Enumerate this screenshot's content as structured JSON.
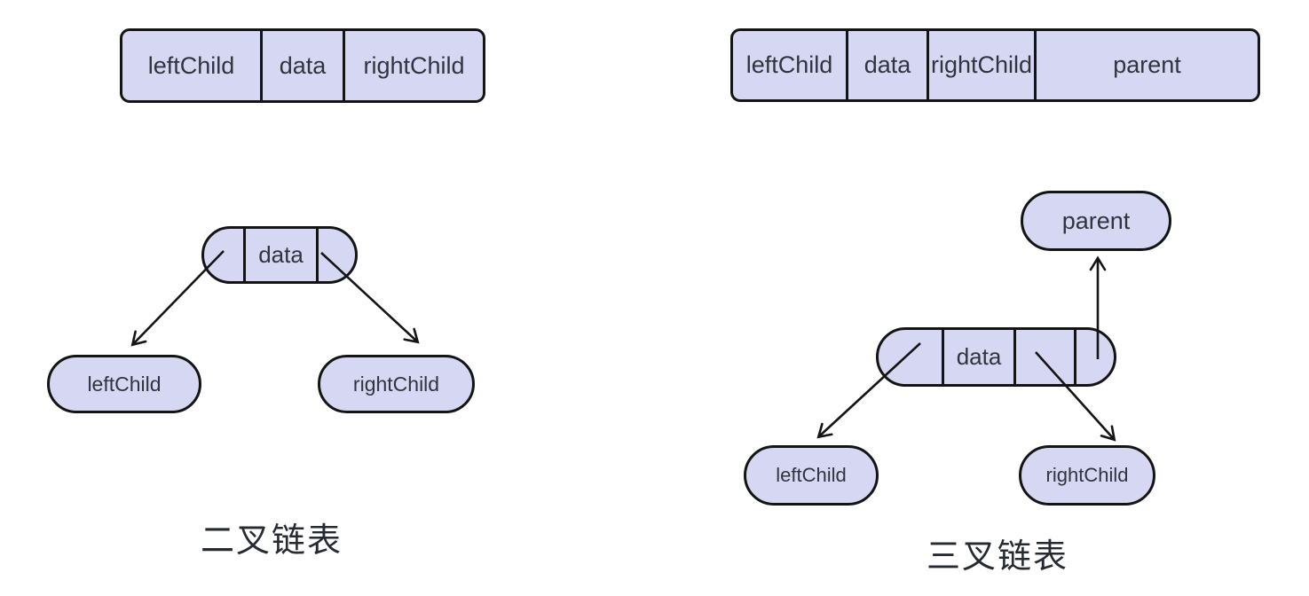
{
  "colors": {
    "node_fill": "#d6d8f3",
    "stroke": "#141414",
    "text": "#31343e"
  },
  "left_diagram": {
    "title": "二叉链表",
    "struct": {
      "cells": [
        "leftChild",
        "data",
        "rightChild"
      ]
    },
    "tree": {
      "root_data_label": "data",
      "left_child_label": "leftChild",
      "right_child_label": "rightChild"
    }
  },
  "right_diagram": {
    "title": "三叉链表",
    "struct": {
      "cells": [
        "leftChild",
        "data",
        "rightChild",
        "parent"
      ]
    },
    "tree": {
      "root_data_label": "data",
      "parent_label": "parent",
      "left_child_label": "leftChild",
      "right_child_label": "rightChild"
    }
  }
}
